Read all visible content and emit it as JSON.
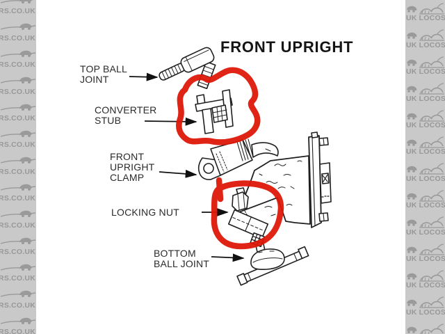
{
  "watermark": {
    "left_text": "DERS.CO.UK",
    "right_text": "UK LOCOST",
    "ink": "#9a9a9a"
  },
  "diagram": {
    "title": "FRONT UPRIGHT",
    "ink": "#1f1f1f",
    "annotation_color": "#de1808",
    "labels": [
      {
        "id": "top-ball-joint",
        "lines": [
          "TOP BALL",
          "JOINT"
        ]
      },
      {
        "id": "converter-stub",
        "lines": [
          "CONVERTER",
          "STUB"
        ]
      },
      {
        "id": "front-upright-clamp",
        "lines": [
          "FRONT",
          "UPRIGHT",
          "CLAMP"
        ]
      },
      {
        "id": "locking-nut",
        "lines": [
          "LOCKING NUT"
        ]
      },
      {
        "id": "bottom-ball-joint",
        "lines": [
          "BOTTOM",
          "BALL JOINT"
        ]
      }
    ],
    "highlighted": [
      "converter-stub",
      "locking-nut"
    ]
  }
}
